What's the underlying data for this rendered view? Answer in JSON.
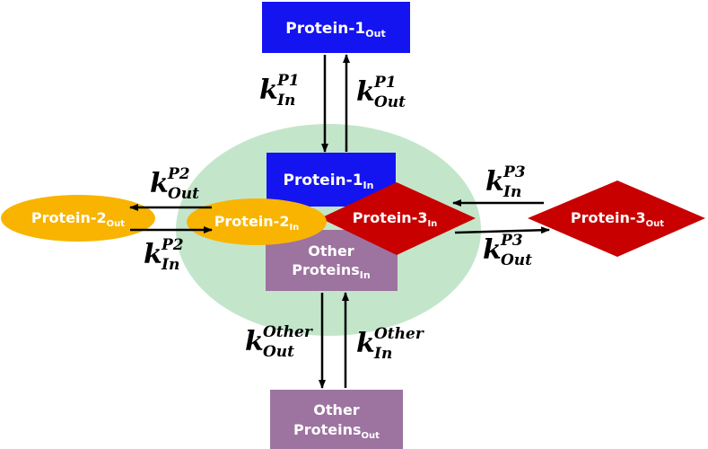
{
  "colors": {
    "blue": "#1414f0",
    "orange": "#f8b400",
    "red": "#c80000",
    "purple": "#9d73a0",
    "cell": "#c3e6cb",
    "arrow": "#000000"
  },
  "nodes": {
    "protein1_out": {
      "name": "Protein-1",
      "sub": "Out"
    },
    "protein1_in": {
      "name": "Protein-1",
      "sub": "In"
    },
    "protein2_out": {
      "name": "Protein-2",
      "sub": "Out"
    },
    "protein2_in": {
      "name": "Protein-2",
      "sub": "In"
    },
    "protein3_in": {
      "name": "Protein-3",
      "sub": "In"
    },
    "protein3_out": {
      "name": "Protein-3",
      "sub": "Out"
    },
    "other_in": {
      "line1": "Other",
      "line2": "Proteins",
      "sub": "In"
    },
    "other_out": {
      "line1": "Other",
      "line2": "Proteins",
      "sub": "Out"
    }
  },
  "rates": {
    "p1_in": {
      "k": "k",
      "sup": "P1",
      "sub": "In"
    },
    "p1_out": {
      "k": "k",
      "sup": "P1",
      "sub": "Out"
    },
    "p2_out": {
      "k": "k",
      "sup": "P2",
      "sub": "Out"
    },
    "p2_in": {
      "k": "k",
      "sup": "P2",
      "sub": "In"
    },
    "p3_in": {
      "k": "k",
      "sup": "P3",
      "sub": "In"
    },
    "p3_out": {
      "k": "k",
      "sup": "P3",
      "sub": "Out"
    },
    "other_out": {
      "k": "k",
      "sup": "Other",
      "sub": "Out"
    },
    "other_in": {
      "k": "k",
      "sup": "Other",
      "sub": "In"
    }
  }
}
